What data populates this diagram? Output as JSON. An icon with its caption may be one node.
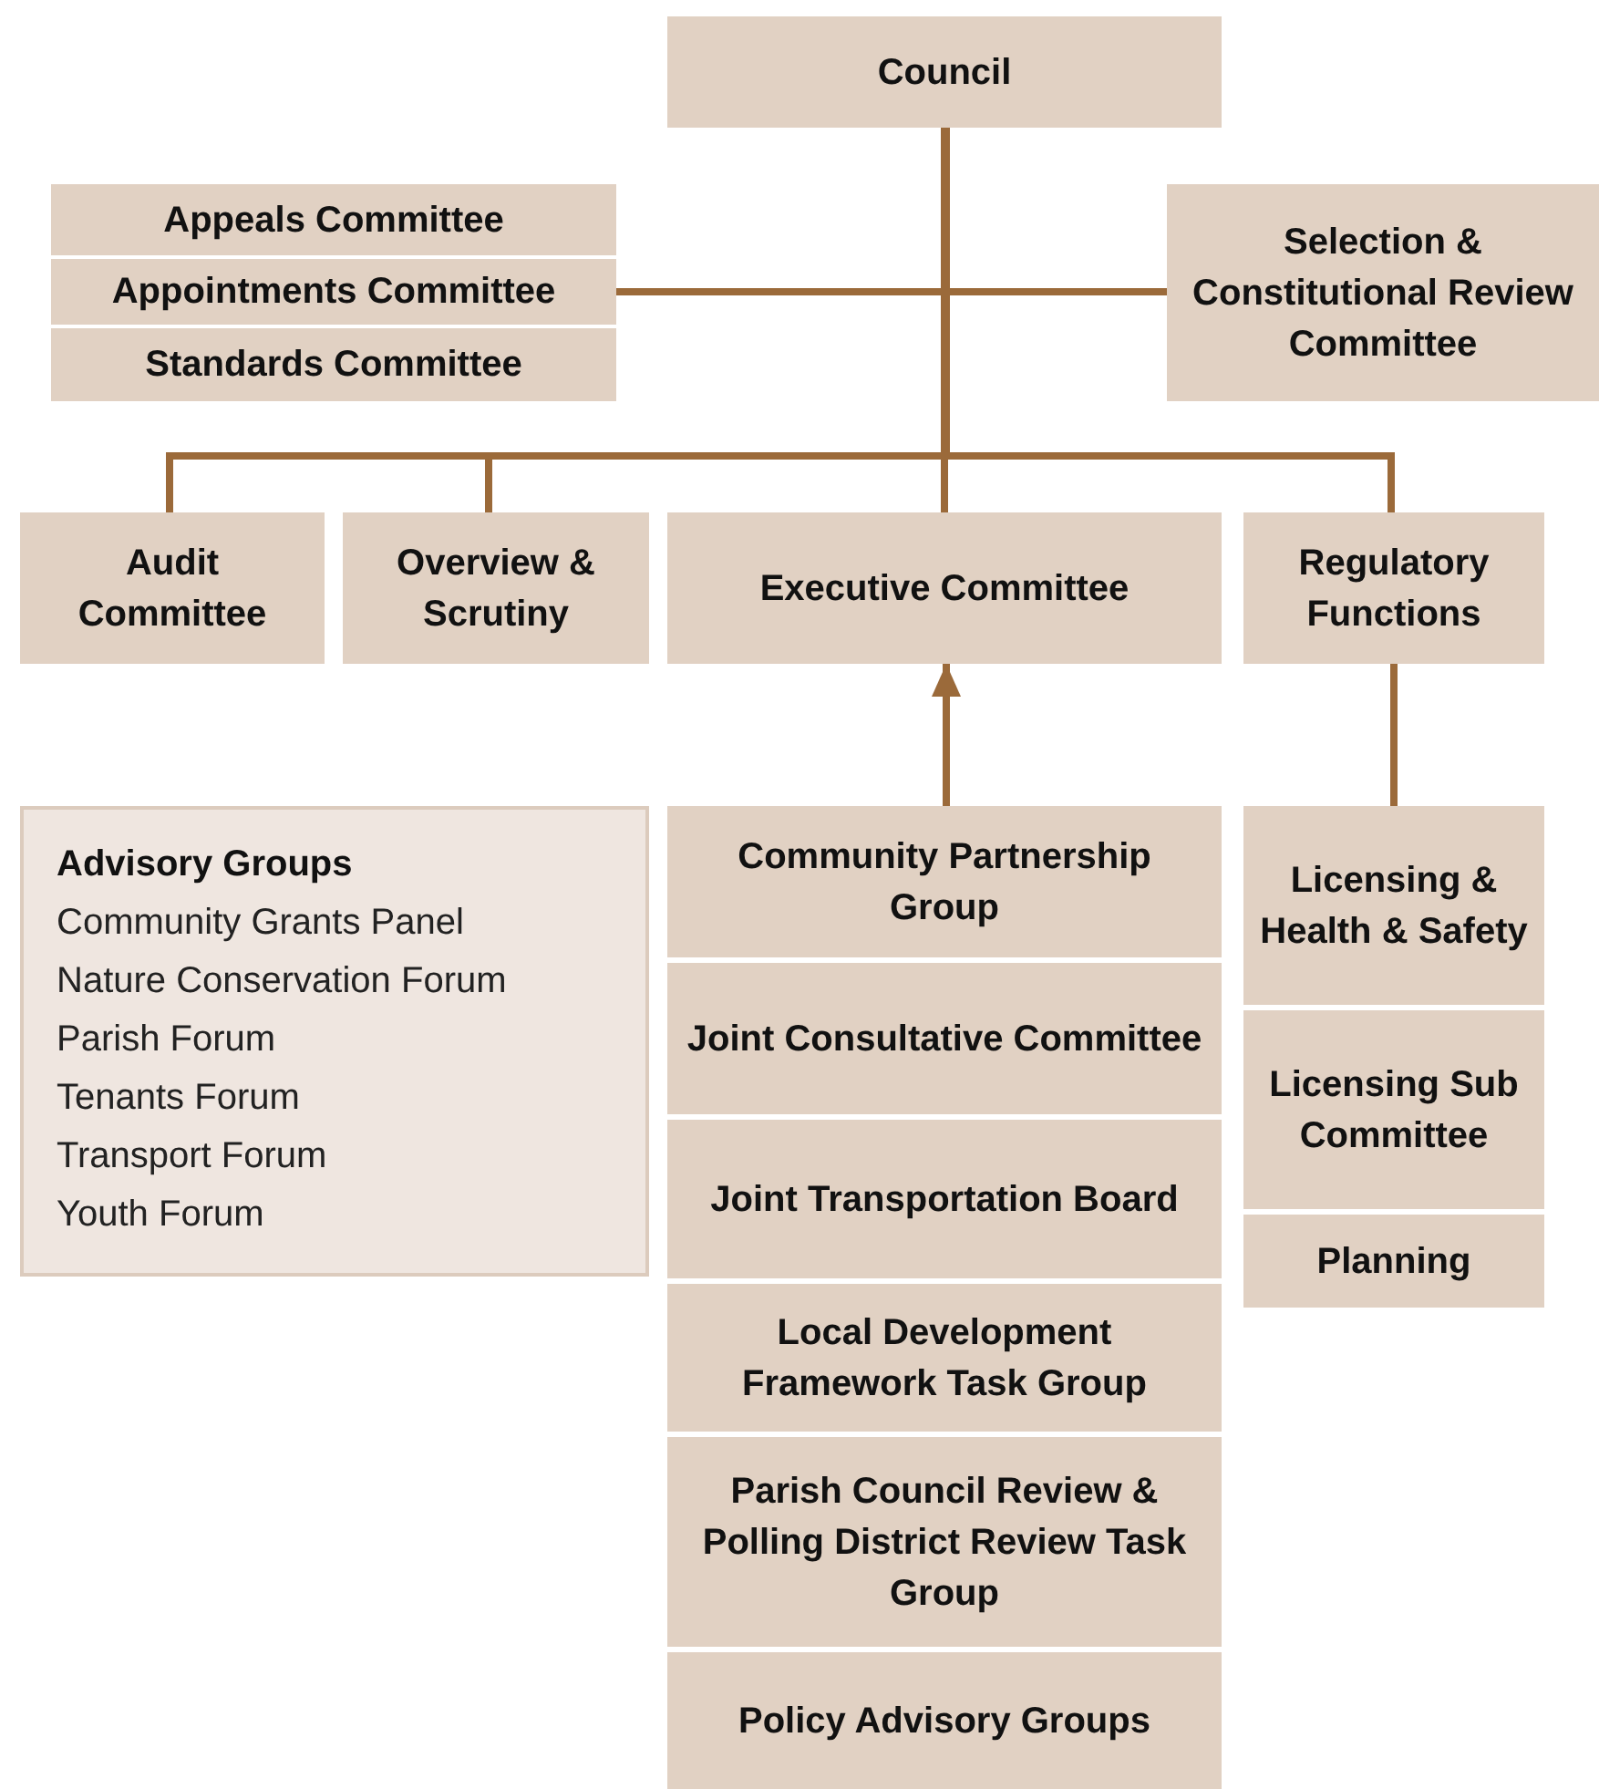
{
  "diagram": {
    "nodes": [
      {
        "text": [
          "Council"
        ]
      },
      {
        "text": [
          "Appeals Committee"
        ]
      },
      {
        "text": [
          "Appointments Committee"
        ]
      },
      {
        "text": [
          "Standards Committee"
        ]
      },
      {
        "text": [
          "Selection & Constitutional Review Committee"
        ]
      },
      {
        "text": [
          "Audit Committee"
        ]
      },
      {
        "text": [
          "Overview & Scrutiny"
        ]
      },
      {
        "text": [
          "Executive Committee"
        ]
      },
      {
        "text": [
          "Regulatory Functions"
        ]
      },
      {
        "text": [
          "Advisory Groups",
          "Community Grants Panel",
          "Nature Conservation Forum",
          "Parish Forum",
          "Tenants Forum",
          "Transport Forum",
          "Youth Forum"
        ]
      },
      {
        "text": [
          "Community Partnership Group"
        ]
      },
      {
        "text": [
          "Joint Consultative Committee"
        ]
      },
      {
        "text": [
          "Joint Transportation Board"
        ]
      },
      {
        "text": [
          "Local Development Framework Task Group"
        ]
      },
      {
        "text": [
          "Parish Council Review & Polling District Review Task Group"
        ]
      },
      {
        "text": [
          "Policy Advisory Groups"
        ]
      },
      {
        "text": [
          "Licensing & Health & Safety"
        ]
      },
      {
        "text": [
          "Licensing Sub Committee"
        ]
      },
      {
        "text": [
          "Planning"
        ]
      }
    ],
    "edges": [
      {
        "from": 0,
        "to": 2,
        "arrow": "none"
      },
      {
        "from": 0,
        "to": 4,
        "arrow": "none"
      },
      {
        "from": 0,
        "to": 5,
        "arrow": "none"
      },
      {
        "from": 0,
        "to": 6,
        "arrow": "none"
      },
      {
        "from": 0,
        "to": 7,
        "arrow": "none"
      },
      {
        "from": 0,
        "to": 8,
        "arrow": "none"
      },
      {
        "from": 10,
        "to": 7,
        "arrow": "to"
      },
      {
        "from": 8,
        "to": 16,
        "arrow": "none"
      }
    ]
  }
}
